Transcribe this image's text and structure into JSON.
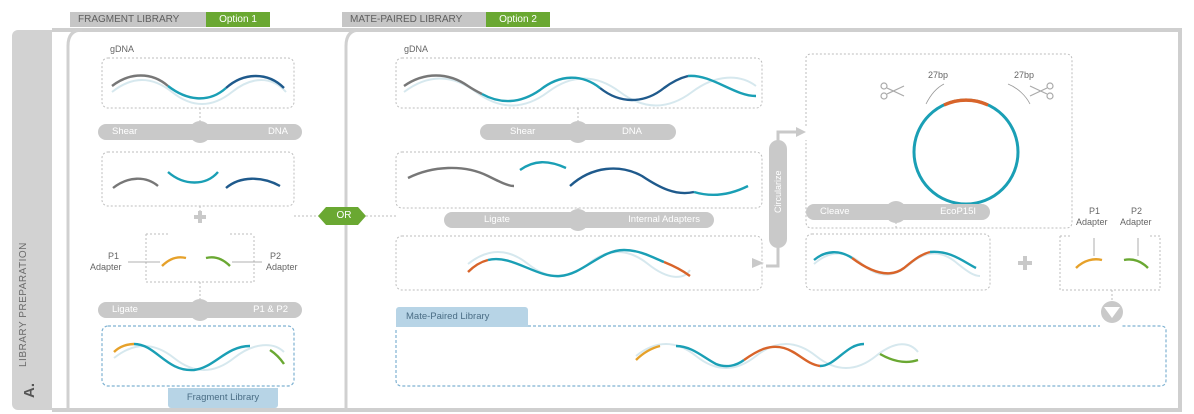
{
  "tabs": {
    "fragment_title": "FRAGMENT LIBRARY",
    "fragment_option": "Option 1",
    "mate_title": "MATE-PAIRED LIBRARY",
    "mate_option": "Option 2"
  },
  "sidebar": {
    "label": "LIBRARY PREPARATION",
    "letter": "A."
  },
  "fragment": {
    "gdna": "gDNA",
    "shear_left": "Shear",
    "shear_right": "DNA",
    "p1_line1": "P1",
    "p1_line2": "Adapter",
    "p2_line1": "P2",
    "p2_line2": "Adapter",
    "ligate_left": "Ligate",
    "ligate_right": "P1 & P2",
    "library_label": "Fragment Library"
  },
  "or_label": "OR",
  "mate": {
    "gdna": "gDNA",
    "shear_left": "Shear",
    "shear_right": "DNA",
    "ligate_left": "Ligate",
    "ligate_right": "Internal Adapters",
    "circularize": "Circularize",
    "bp_left": "27bp",
    "bp_right": "27bp",
    "cleave_left": "Cleave",
    "cleave_right": "EcoP15I",
    "p1_line1": "P1",
    "p1_line2": "Adapter",
    "p2_line1": "P2",
    "p2_line2": "Adapter",
    "library_label": "Mate-Paired Library"
  },
  "colors": {
    "teal": "#1a9fb5",
    "navy": "#1f5a8c",
    "gray_strand": "#777777",
    "pale_strand": "#d6e8ee",
    "orange": "#d8642a",
    "gold": "#e6a12a",
    "green": "#6aa832",
    "pill_gray": "#c9c9c9",
    "lib_blue": "#7fb2d2"
  }
}
